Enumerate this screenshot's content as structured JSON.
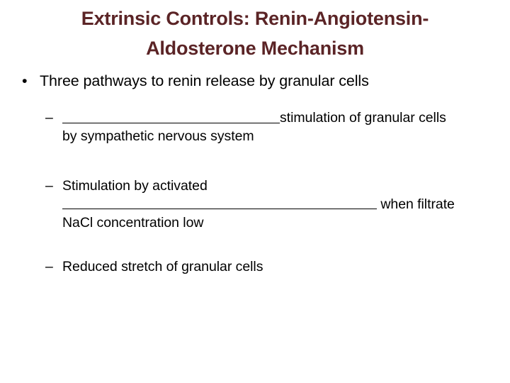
{
  "slide": {
    "background_color": "#FFFFFF",
    "title_color": "#5B2426",
    "body_color": "#000000",
    "title": {
      "line1": "Extrinsic Controls: Renin-Angiotensin-",
      "line2": "Aldosterone Mechanism",
      "full": "Extrinsic Controls: Renin-Angiotensin-Aldosterone Mechanism"
    },
    "body": {
      "bullet1": {
        "marker": "•",
        "text": "Three pathways to renin release by granular cells"
      },
      "sub_bullets": [
        {
          "marker": "–",
          "blank_before": true,
          "line1_after_blank": "stimulation of granular cells",
          "line2": "by sympathetic nervous system"
        },
        {
          "marker": "–",
          "line1": "Stimulation by activated",
          "blank_mid": true,
          "line2_after_blank": " when filtrate",
          "line3": "NaCl concentration low"
        },
        {
          "marker": "–",
          "line1": "Reduced stretch of granular cells"
        }
      ]
    }
  }
}
